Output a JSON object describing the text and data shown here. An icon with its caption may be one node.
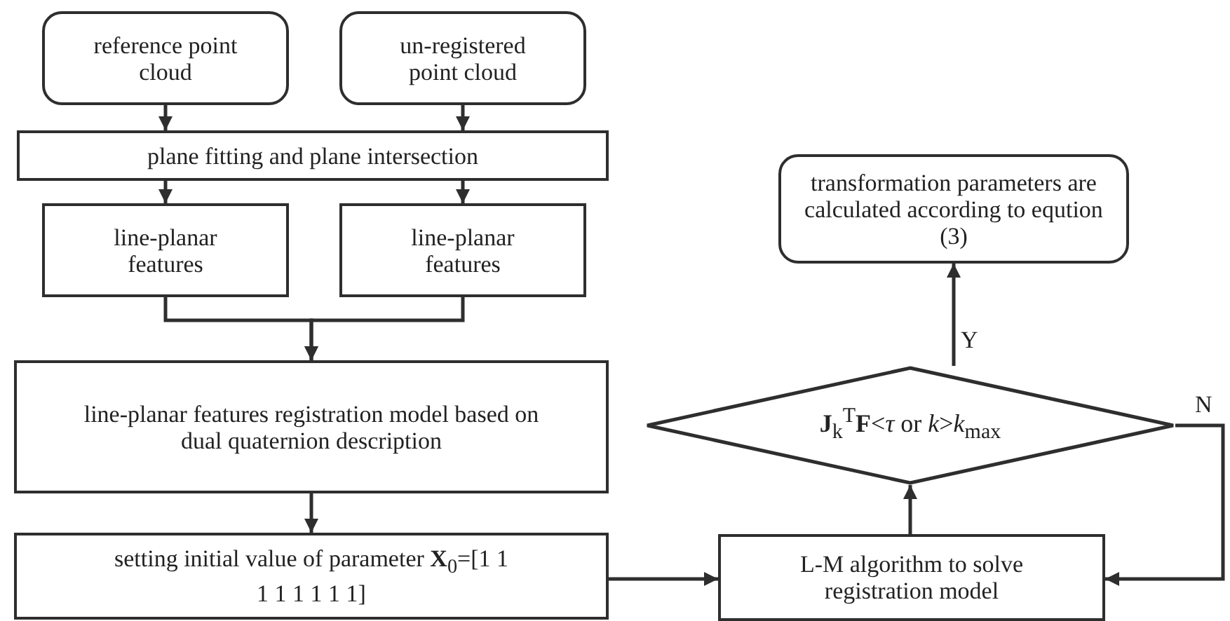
{
  "diagram": {
    "nodes": [
      {
        "text": [
          "reference point cloud"
        ]
      },
      {
        "text": [
          "un-registered point cloud"
        ]
      },
      {
        "text": [
          "plane fitting and plane intersection"
        ]
      },
      {
        "text": [
          "line-planar features"
        ]
      },
      {
        "text": [
          "line-planar features"
        ]
      },
      {
        "text": [
          "line-planar features registration model based on dual quaternion description"
        ]
      },
      {
        "text": [
          "setting initial value of parameter **X**$_{0}$=[1 1 1 1 1 1 1 1]"
        ]
      },
      {
        "text": [
          "transformation parameters are calculated according to eqution (3)"
        ]
      },
      {
        "text": [
          "**J**$_{k}$$^{T}$**F**<*τ* or *k*>*k*$_{max}$"
        ]
      },
      {
        "text": [
          "L-M algorithm to solve registration model"
        ]
      }
    ],
    "edges": [
      {
        "from": 0,
        "to": 2,
        "arrow": "to"
      },
      {
        "from": 1,
        "to": 2,
        "arrow": "to"
      },
      {
        "from": 2,
        "to": 3,
        "arrow": "to"
      },
      {
        "from": 2,
        "to": 4,
        "arrow": "to"
      },
      {
        "from": 3,
        "to": 5,
        "arrow": "to"
      },
      {
        "from": 4,
        "to": 5,
        "arrow": "to"
      },
      {
        "from": 5,
        "to": 6,
        "arrow": "to"
      },
      {
        "from": 6,
        "to": 9,
        "arrow": "to"
      },
      {
        "from": 9,
        "to": 8,
        "arrow": "to"
      },
      {
        "from": 8,
        "to": 7,
        "label": "Y",
        "arrow": "to"
      },
      {
        "from": 8,
        "to": 9,
        "label": "N",
        "arrow": "to"
      }
    ]
  }
}
